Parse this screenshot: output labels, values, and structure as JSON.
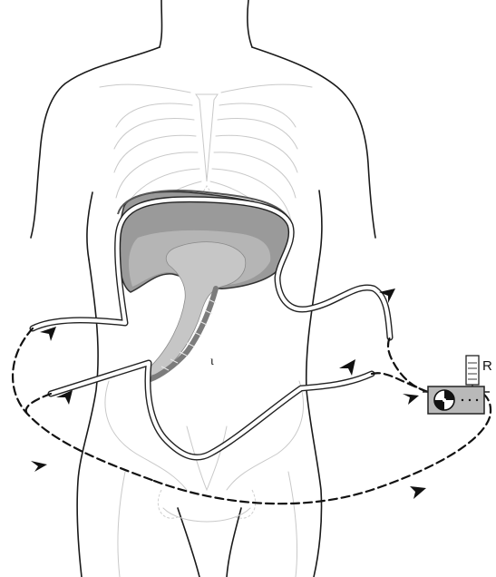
{
  "diagram": {
    "labels": {
      "reservoir": "R",
      "marker": "ι"
    },
    "colors": {
      "outline": "#1a1a1a",
      "skeleton": "#c9c9c9",
      "organ_dark": "#8f8f8f",
      "organ_mid": "#a9a9a9",
      "organ_light": "#c8c8c8",
      "circuit": "#111111"
    },
    "icons": [
      "human-torso-outline",
      "ribcage",
      "pelvis",
      "stomach",
      "liver",
      "catheter-loop",
      "roller-pump",
      "fluid-reservoir",
      "flow-arrow"
    ]
  }
}
